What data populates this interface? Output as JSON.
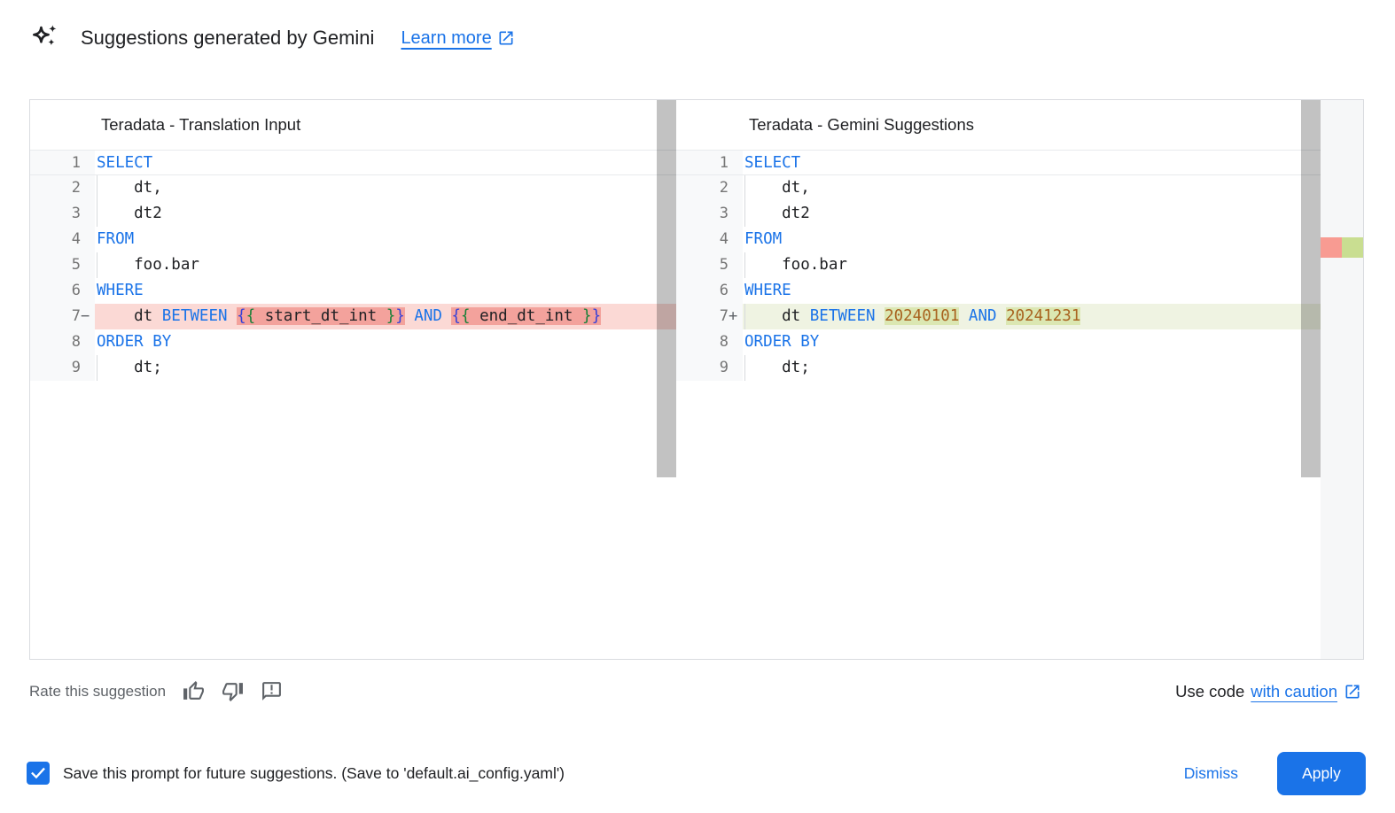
{
  "header": {
    "title": "Suggestions generated by Gemini",
    "learn_more_label": "Learn more"
  },
  "diff": {
    "left": {
      "title": "Teradata - Translation Input",
      "lines": [
        {
          "num": "1",
          "marker": "",
          "diff": "",
          "active": true,
          "indent": false,
          "tokens": [
            {
              "t": "SELECT",
              "c": "kw"
            }
          ]
        },
        {
          "num": "2",
          "marker": "",
          "diff": "",
          "indent": true,
          "tokens": [
            {
              "t": "    dt,",
              "c": "pl"
            }
          ]
        },
        {
          "num": "3",
          "marker": "",
          "diff": "",
          "indent": true,
          "tokens": [
            {
              "t": "    dt2",
              "c": "pl"
            }
          ]
        },
        {
          "num": "4",
          "marker": "",
          "diff": "",
          "indent": false,
          "tokens": [
            {
              "t": "FROM",
              "c": "kw"
            }
          ]
        },
        {
          "num": "5",
          "marker": "",
          "diff": "",
          "indent": true,
          "tokens": [
            {
              "t": "    foo.bar",
              "c": "pl"
            }
          ]
        },
        {
          "num": "6",
          "marker": "",
          "diff": "",
          "indent": false,
          "tokens": [
            {
              "t": "WHERE",
              "c": "kw"
            }
          ]
        },
        {
          "num": "7",
          "marker": "−",
          "diff": "del",
          "indent": false,
          "tokens": [
            {
              "t": "    dt ",
              "c": "pl"
            },
            {
              "t": "BETWEEN",
              "c": "kw"
            },
            {
              "t": " ",
              "c": "pl"
            },
            {
              "t": "{",
              "c": "br1",
              "h": true
            },
            {
              "t": "{",
              "c": "br2",
              "h": true
            },
            {
              "t": " start_dt_int ",
              "c": "pl",
              "h": true
            },
            {
              "t": "}",
              "c": "br2",
              "h": true
            },
            {
              "t": "}",
              "c": "br1",
              "h": true
            },
            {
              "t": " ",
              "c": "pl"
            },
            {
              "t": "AND",
              "c": "kw"
            },
            {
              "t": " ",
              "c": "pl"
            },
            {
              "t": "{",
              "c": "br1",
              "h": true
            },
            {
              "t": "{",
              "c": "br2",
              "h": true
            },
            {
              "t": " end_dt_int ",
              "c": "pl",
              "h": true
            },
            {
              "t": "}",
              "c": "br2",
              "h": true
            },
            {
              "t": "}",
              "c": "br1",
              "h": true
            }
          ]
        },
        {
          "num": "8",
          "marker": "",
          "diff": "",
          "indent": false,
          "tokens": [
            {
              "t": "ORDER BY",
              "c": "kw"
            }
          ]
        },
        {
          "num": "9",
          "marker": "",
          "diff": "",
          "indent": true,
          "tokens": [
            {
              "t": "    dt;",
              "c": "pl"
            }
          ]
        }
      ]
    },
    "right": {
      "title": "Teradata - Gemini Suggestions",
      "lines": [
        {
          "num": "1",
          "marker": "",
          "diff": "",
          "active": true,
          "indent": false,
          "tokens": [
            {
              "t": "SELECT",
              "c": "kw"
            }
          ]
        },
        {
          "num": "2",
          "marker": "",
          "diff": "",
          "indent": true,
          "tokens": [
            {
              "t": "    dt,",
              "c": "pl"
            }
          ]
        },
        {
          "num": "3",
          "marker": "",
          "diff": "",
          "indent": true,
          "tokens": [
            {
              "t": "    dt2",
              "c": "pl"
            }
          ]
        },
        {
          "num": "4",
          "marker": "",
          "diff": "",
          "indent": false,
          "tokens": [
            {
              "t": "FROM",
              "c": "kw"
            }
          ]
        },
        {
          "num": "5",
          "marker": "",
          "diff": "",
          "indent": true,
          "tokens": [
            {
              "t": "    foo.bar",
              "c": "pl"
            }
          ]
        },
        {
          "num": "6",
          "marker": "",
          "diff": "",
          "indent": false,
          "tokens": [
            {
              "t": "WHERE",
              "c": "kw"
            }
          ]
        },
        {
          "num": "7",
          "marker": "+",
          "diff": "add",
          "indent": true,
          "tokens": [
            {
              "t": "    dt ",
              "c": "pl"
            },
            {
              "t": "BETWEEN",
              "c": "kw"
            },
            {
              "t": " ",
              "c": "pl"
            },
            {
              "t": "20240101",
              "c": "num",
              "h": true
            },
            {
              "t": " ",
              "c": "pl"
            },
            {
              "t": "AND",
              "c": "kw"
            },
            {
              "t": " ",
              "c": "pl"
            },
            {
              "t": "20241231",
              "c": "num",
              "h": true
            }
          ]
        },
        {
          "num": "8",
          "marker": "",
          "diff": "",
          "indent": false,
          "tokens": [
            {
              "t": "ORDER BY",
              "c": "kw"
            }
          ]
        },
        {
          "num": "9",
          "marker": "",
          "diff": "",
          "indent": true,
          "tokens": [
            {
              "t": "    dt;",
              "c": "pl"
            }
          ]
        }
      ]
    }
  },
  "rate": {
    "label": "Rate this suggestion",
    "icons": [
      "thumb-up-icon",
      "thumb-down-icon",
      "feedback-icon"
    ]
  },
  "caution": {
    "prefix": "Use code",
    "link": "with caution"
  },
  "actions": {
    "checkbox_checked": true,
    "save_label": "Save this prompt for future suggestions. (Save to 'default.ai_config.yaml')",
    "dismiss": "Dismiss",
    "apply": "Apply"
  },
  "colors": {
    "accent_blue": "#1a73e8",
    "keyword": "#1a73e8",
    "number_literal": "#a8631f",
    "bracket_outer": "#3540d8",
    "bracket_inner": "#188038",
    "diff_del_line": "#fbd9d5",
    "diff_del_word": "#f3a29c",
    "diff_add_line": "#eff3e2",
    "diff_add_word": "#dbe7b2",
    "overview_del": "#f89b92",
    "overview_add": "#c9de91",
    "gutter_bg": "#f8f9fa",
    "border": "#dadce0",
    "text_primary": "#202124",
    "text_secondary": "#5f6368"
  }
}
